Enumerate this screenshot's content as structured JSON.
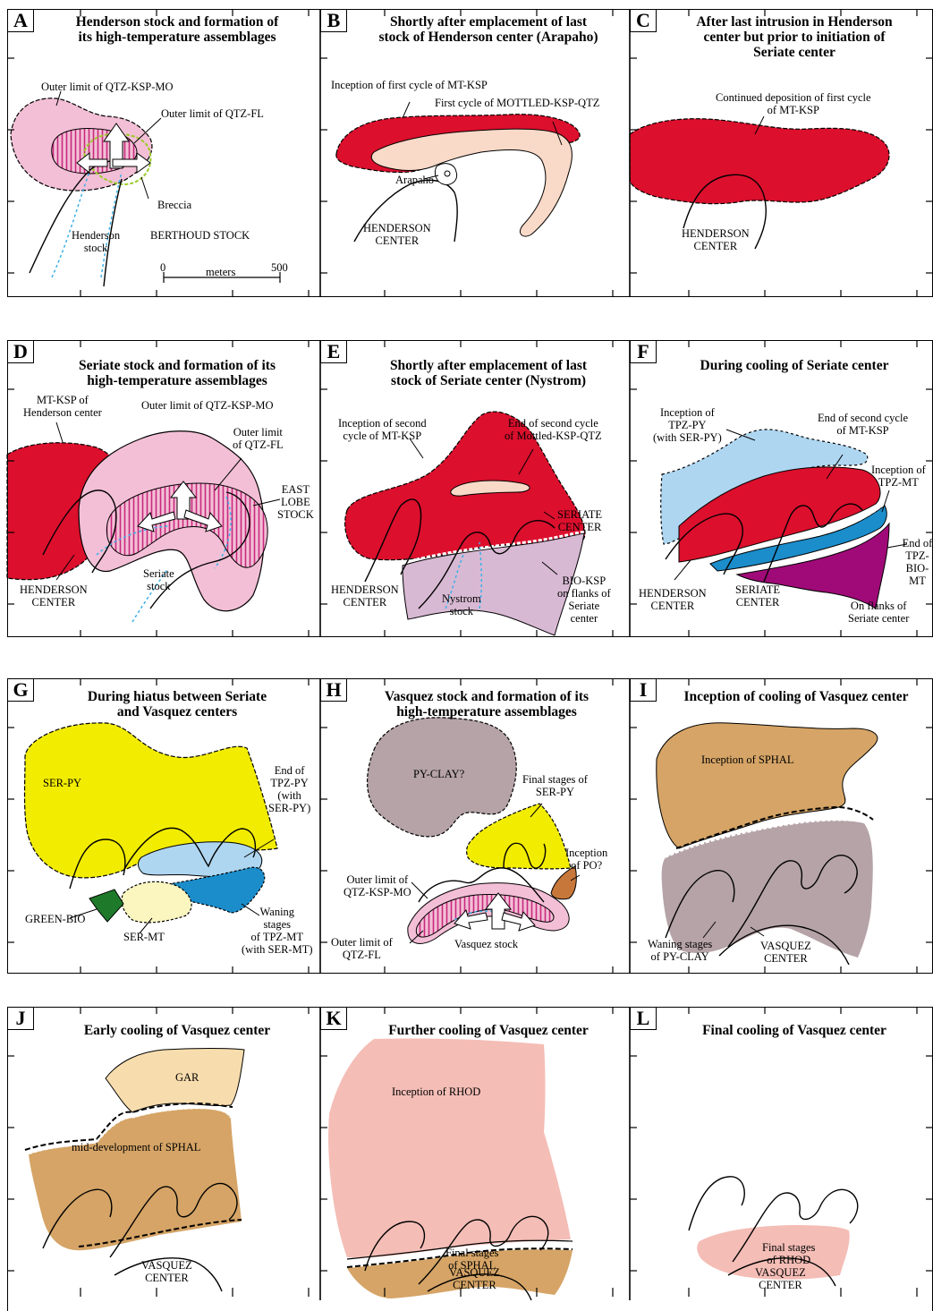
{
  "colors": {
    "qtz_ksp_mo": "#f3bfd6",
    "qtz_fl": "#c72a7d",
    "mt_ksp": "#dc0f2d",
    "mottled": "#f9d9c7",
    "tpz_py": "#aed6f1",
    "tpz_mt": "#1b8dcb",
    "bio_mt": "#a00a78",
    "bio_ksp": "#d8b9d3",
    "ser_py": "#f2ec00",
    "ser_mt": "#fbf6c0",
    "green_bio": "#1e7a2a",
    "py_clay": "#b5a3a7",
    "po": "#c8773a",
    "sphal": "#d5a466",
    "gar": "#f7dcad",
    "rhod": "#f4bdb6",
    "breccia": "#9ccc2a",
    "stock_dash": "#3bb0e8"
  },
  "panels": [
    {
      "letter": "A",
      "title": "Henderson stock and formation of\nits high-temperature assemblages",
      "labels": {
        "qtzkspmo": "Outer limit of QTZ-KSP-MO",
        "qtzfl": "Outer limit of QTZ-FL",
        "breccia": "Breccia",
        "berthoud": "BERTHOUD STOCK",
        "henderson_stock": "Henderson\nstock",
        "scale_zero": "0",
        "scale_unit": "meters",
        "scale_max": "500"
      }
    },
    {
      "letter": "B",
      "title": "Shortly after emplacement of last\nstock of Henderson center (Arapaho)",
      "labels": {
        "inception": "Inception of first cycle of MT-KSP",
        "mottled": "First cycle of MOTTLED-KSP-QTZ",
        "arapaho": "Arapaho",
        "center": "HENDERSON\nCENTER"
      }
    },
    {
      "letter": "C",
      "title": "After last intrusion in Henderson\ncenter but prior to initiation of\nSeriate center",
      "labels": {
        "continued": "Continued deposition of first cycle\nof MT-KSP",
        "center": "HENDERSON\nCENTER"
      }
    },
    {
      "letter": "D",
      "title": "Seriate stock and formation of its\nhigh-temperature assemblages",
      "labels": {
        "mtksp": "MT-KSP of\nHenderson center",
        "qtzkspmo": "Outer limit of QTZ-KSP-MO",
        "qtzfl": "Outer limit\nof QTZ-FL",
        "eastlobe": "EAST\nLOBE\nSTOCK",
        "seriate": "Seriate\nstock",
        "center": "HENDERSON\nCENTER"
      }
    },
    {
      "letter": "E",
      "title": "Shortly after emplacement of last\nstock of Seriate center (Nystrom)",
      "labels": {
        "inception": "Inception of second\ncycle of MT-KSP",
        "end": "End of second cycle\nof Mottled-KSP-QTZ",
        "seriate": "SERIATE\nCENTER",
        "henderson": "HENDERSON\nCENTER",
        "nystrom": "Nystrom\nstock",
        "bioksp": "BIO-KSP\non flanks of\nSeriate\ncenter"
      }
    },
    {
      "letter": "F",
      "title": "During cooling of Seriate center",
      "labels": {
        "tpzpy": "Inception of\nTPZ-PY\n(with SER-PY)",
        "endmt": "End of second cycle\nof MT-KSP",
        "tpzmt": "Inception of\nTPZ-MT",
        "biomt": "End of\nTPZ-\nBIO-MT",
        "henderson": "HENDERSON\nCENTER",
        "seriate": "SERIATE\nCENTER",
        "flanks": "On flanks of\nSeriate center"
      }
    },
    {
      "letter": "G",
      "title": "During hiatus between Seriate\nand Vasquez centers",
      "labels": {
        "serpy": "SER-PY",
        "endtpz": "End of\nTPZ-PY\n(with\nSER-PY)",
        "greenbio": "GREEN-BIO",
        "sermt": "SER-MT",
        "waning": "Waning\nstages\nof TPZ-MT\n(with SER-MT)"
      }
    },
    {
      "letter": "H",
      "title": "Vasquez stock and formation of its\nhigh-temperature assemblages",
      "labels": {
        "pyclay": "PY-CLAY?",
        "final": "Final stages of\nSER-PY",
        "qtzkspmo": "Outer limit of\nQTZ-KSP-MO",
        "po": "Inception\nof PO?",
        "qtzfl": "Outer limit of\nQTZ-FL",
        "vasquez": "Vasquez stock"
      }
    },
    {
      "letter": "I",
      "title": "Inception of cooling of Vasquez center",
      "labels": {
        "sphal": "Inception of SPHAL",
        "waning": "Waning stages\nof PY-CLAY",
        "center": "VASQUEZ\nCENTER"
      }
    },
    {
      "letter": "J",
      "title": "Early cooling of Vasquez center",
      "labels": {
        "gar": "GAR",
        "sphal": "mid-development of SPHAL",
        "center": "VASQUEZ\nCENTER"
      }
    },
    {
      "letter": "K",
      "title": "Further cooling of Vasquez center",
      "labels": {
        "rhod": "Inception of RHOD",
        "sphal": "Final stages\nof SPHAL",
        "center": "VASQUEZ\nCENTER"
      }
    },
    {
      "letter": "L",
      "title": "Final cooling of Vasquez center",
      "labels": {
        "rhod": "Final stages\nof RHOD",
        "center": "VASQUEZ\nCENTER"
      }
    }
  ]
}
